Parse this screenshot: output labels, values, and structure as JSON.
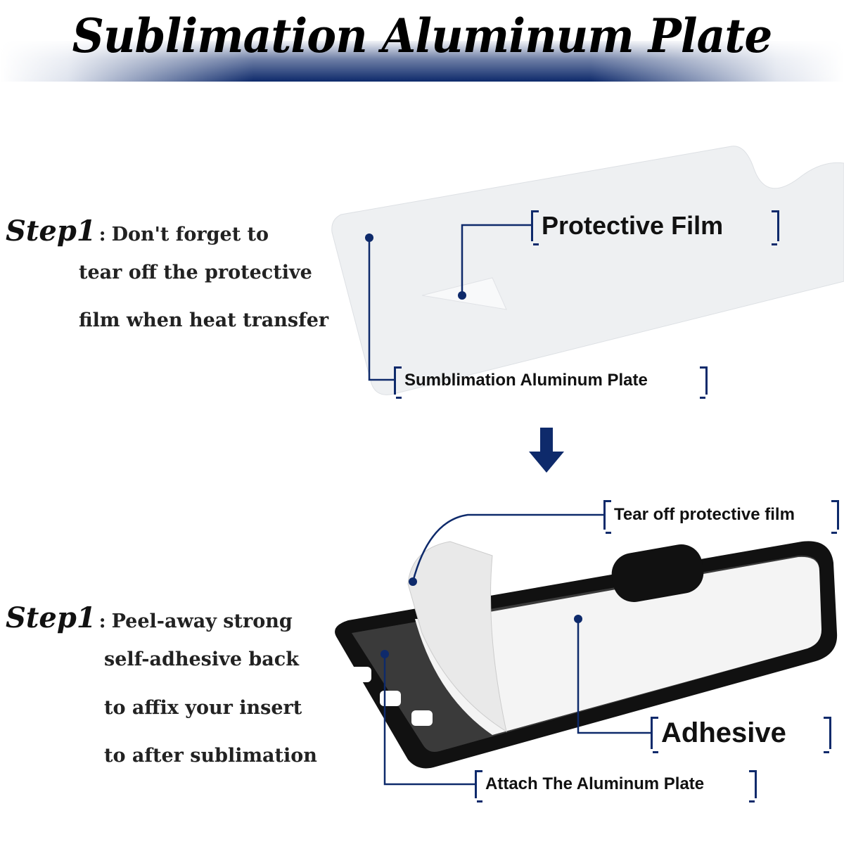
{
  "title": "Sublimation Aluminum Plate",
  "colors": {
    "accent": "#0e2a6b"
  },
  "step_top": {
    "step": "Step1",
    "colon": ":",
    "lines": [
      "Don't forget to",
      "tear off the protective",
      "film when heat transfer"
    ]
  },
  "step_bottom": {
    "step": "Step1",
    "colon": ":",
    "lines": [
      "Peel-away strong",
      "self-adhesive back",
      "to affix your insert",
      "to after sublimation"
    ]
  },
  "labels": {
    "protective_film": "Protective Film",
    "plate": "Sumblimation Aluminum Plate",
    "tear_off": "Tear off protective film",
    "adhesive": "Adhesive",
    "attach": "Attach The Aluminum Plate"
  },
  "arrow_icon": "down-arrow-icon"
}
